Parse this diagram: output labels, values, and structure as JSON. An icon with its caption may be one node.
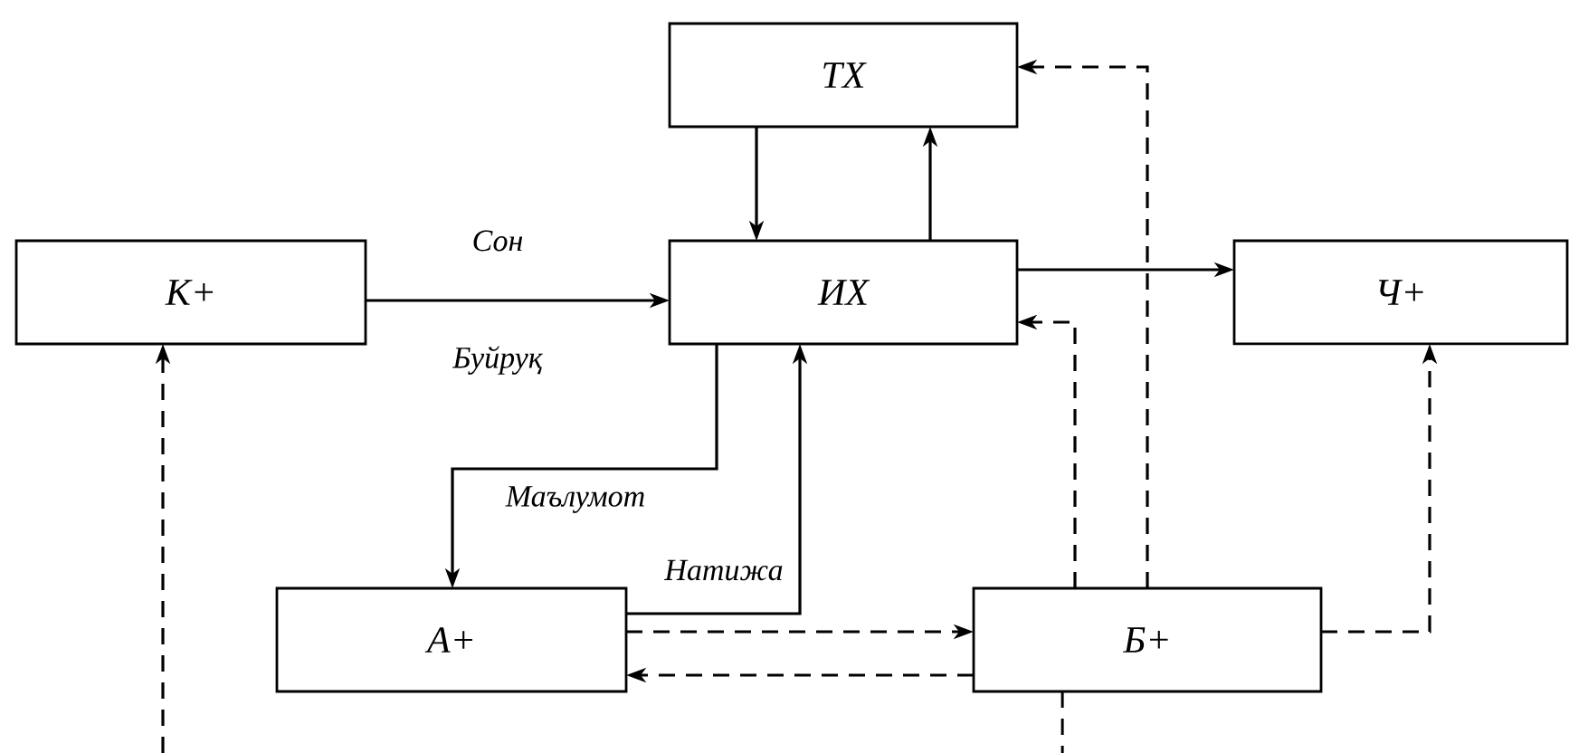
{
  "diagram": {
    "nodes": [
      {
        "text": [
          "ТХ"
        ]
      },
      {
        "text": [
          "К+"
        ]
      },
      {
        "text": [
          "ИХ"
        ]
      },
      {
        "text": [
          "Ч+"
        ]
      },
      {
        "text": [
          "А+"
        ]
      },
      {
        "text": [
          "Б+"
        ]
      }
    ],
    "edges": [
      {
        "from": 0,
        "to": 2,
        "arrow": "to"
      },
      {
        "from": 2,
        "to": 0,
        "arrow": "to"
      },
      {
        "from": 1,
        "to": 2,
        "arrow": "to",
        "label": "Сон"
      },
      {
        "from": 2,
        "to": 3,
        "arrow": "to"
      },
      {
        "from": 2,
        "to": 4,
        "arrow": "to",
        "label": "Маълумот"
      },
      {
        "from": 4,
        "to": 2,
        "arrow": "to",
        "label": "Натижа"
      },
      {
        "from": 4,
        "to": 5,
        "arrow": "to",
        "style": "dashed"
      },
      {
        "from": 5,
        "to": 4,
        "arrow": "to",
        "style": "dashed"
      },
      {
        "from": 5,
        "to": 2,
        "arrow": "to",
        "style": "dashed"
      },
      {
        "from": 5,
        "to": 0,
        "arrow": "to",
        "style": "dashed"
      },
      {
        "from": 5,
        "to": 3,
        "arrow": "to",
        "style": "dashed"
      },
      {
        "from": 5,
        "to": null,
        "arrow": "none",
        "style": "dashed"
      },
      {
        "from": null,
        "to": 1,
        "arrow": "to",
        "style": "dashed"
      }
    ],
    "labels": [
      "Буйруқ"
    ]
  }
}
